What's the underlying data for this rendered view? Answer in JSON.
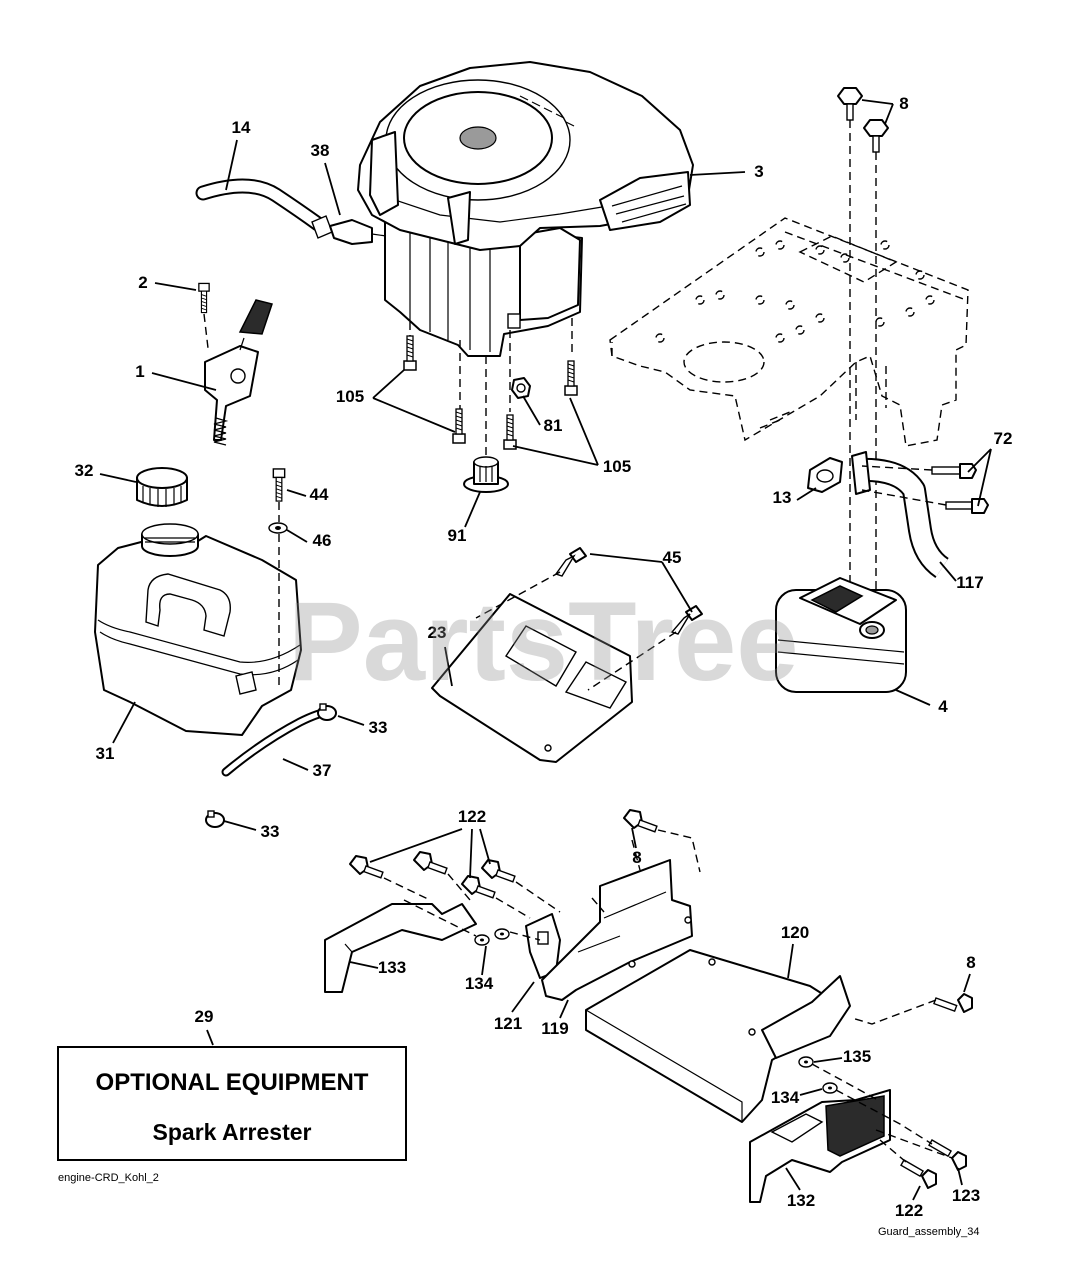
{
  "diagram": {
    "callouts": [
      "14",
      "38",
      "3",
      "8",
      "2",
      "1",
      "105",
      "81",
      "105",
      "91",
      "32",
      "44",
      "46",
      "72",
      "13",
      "45",
      "117",
      "23",
      "4",
      "31",
      "33",
      "37",
      "33",
      "122",
      "8",
      "120",
      "8",
      "133",
      "134",
      "121",
      "119",
      "135",
      "134",
      "29",
      "132",
      "122",
      "123"
    ],
    "optional_box": {
      "title": "OPTIONAL EQUIPMENT",
      "subtitle": "Spark Arrester"
    },
    "engine_ref": "engine-CRD_Kohl_2",
    "guard_ref": "Guard_assembly_34",
    "watermark": "PartsTree"
  }
}
